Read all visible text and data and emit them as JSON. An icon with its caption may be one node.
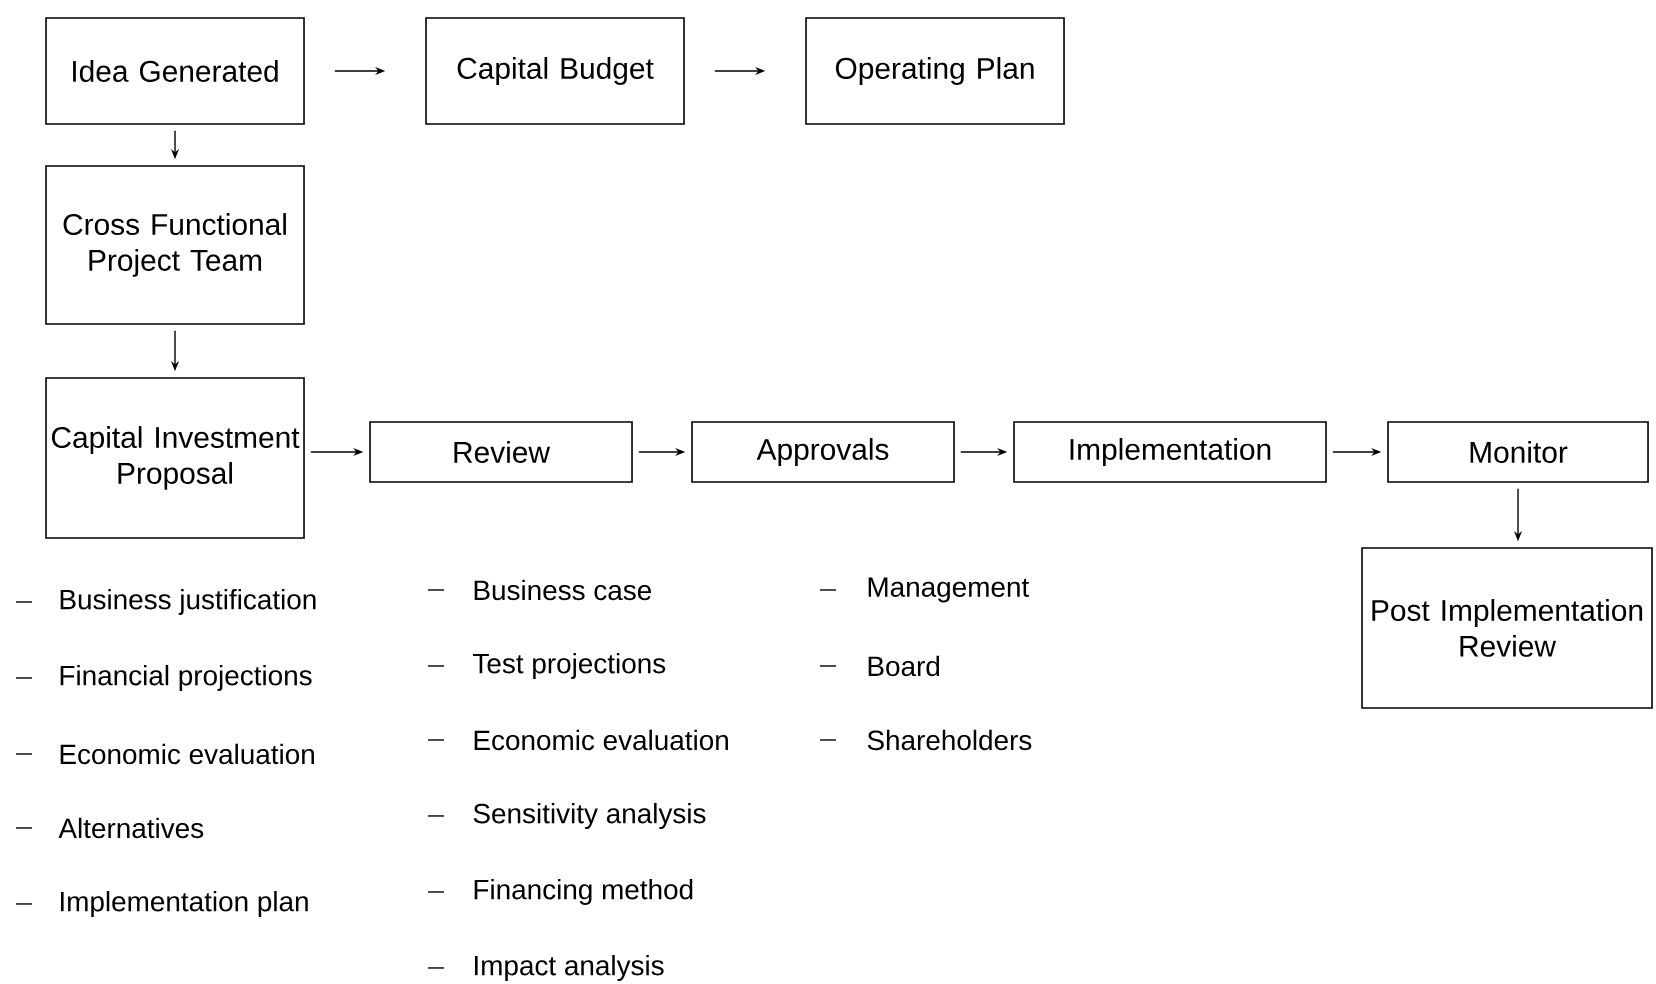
{
  "diagram": {
    "nodes": [
      {
        "text": [
          "Idea Generated"
        ]
      },
      {
        "text": [
          "Capital Budget"
        ]
      },
      {
        "text": [
          "Operating Plan"
        ]
      },
      {
        "text": [
          "Cross Functional Project Team"
        ]
      },
      {
        "text": [
          "Capital Investment Proposal"
        ]
      },
      {
        "text": [
          "Review"
        ]
      },
      {
        "text": [
          "Approvals"
        ]
      },
      {
        "text": [
          "Implementation"
        ]
      },
      {
        "text": [
          "Monitor"
        ]
      },
      {
        "text": [
          "Post Implementation Review"
        ]
      }
    ],
    "edges": [
      {
        "from": 0,
        "to": 1,
        "arrow": "to"
      },
      {
        "from": 1,
        "to": 2,
        "arrow": "to"
      },
      {
        "from": 0,
        "to": 3,
        "arrow": "to"
      },
      {
        "from": 3,
        "to": 4,
        "arrow": "to"
      },
      {
        "from": 4,
        "to": 5,
        "arrow": "to"
      },
      {
        "from": 5,
        "to": 6,
        "arrow": "to"
      },
      {
        "from": 6,
        "to": 7,
        "arrow": "to"
      },
      {
        "from": 7,
        "to": 8,
        "arrow": "to"
      },
      {
        "from": 8,
        "to": 9,
        "arrow": "to"
      }
    ],
    "labels": [
      "Business justification",
      "Financial projections",
      "Economic evaluation",
      "Alternatives",
      "Implementation plan",
      "Business case",
      "Test projections",
      "Economic evaluation",
      "Sensitivity analysis",
      "Financing method",
      "Impact analysis",
      "Management",
      "Board",
      "Shareholders"
    ]
  }
}
